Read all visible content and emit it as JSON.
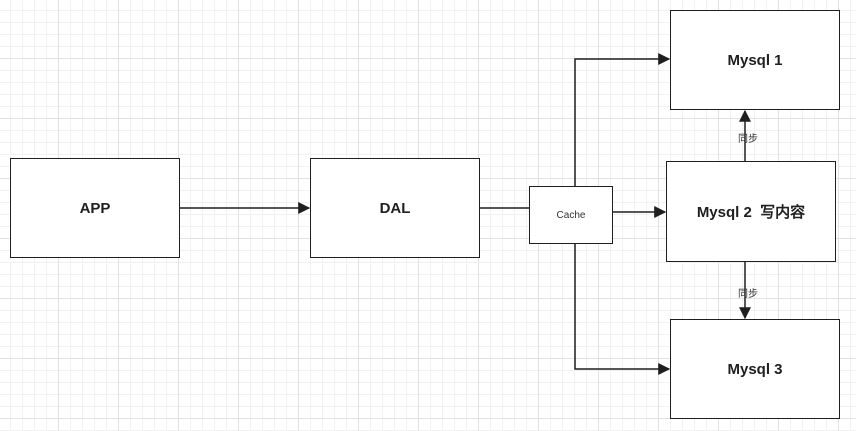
{
  "diagram": {
    "nodes": {
      "app": {
        "label": "APP"
      },
      "dal": {
        "label": "DAL"
      },
      "cache": {
        "label": "Cache"
      },
      "mysql1": {
        "label": "Mysql 1"
      },
      "mysql2": {
        "label": "Mysql 2  写内容"
      },
      "mysql3": {
        "label": "Mysql 3"
      }
    },
    "edge_labels": {
      "sync_up": "同步",
      "sync_down": "同步"
    },
    "edges": [
      {
        "from": "APP",
        "to": "DAL"
      },
      {
        "from": "DAL",
        "to": "Cache"
      },
      {
        "from": "Cache",
        "to": "Mysql 1"
      },
      {
        "from": "Cache",
        "to": "Mysql 2  写内容"
      },
      {
        "from": "Cache",
        "to": "Mysql 3"
      },
      {
        "from": "Mysql 2  写内容",
        "to": "Mysql 1",
        "label": "同步"
      },
      {
        "from": "Mysql 2  写内容",
        "to": "Mysql 3",
        "label": "同步"
      }
    ],
    "colors": {
      "stroke": "#1f1f1f",
      "background": "#ffffff",
      "grid": "#e2e2e2"
    }
  }
}
